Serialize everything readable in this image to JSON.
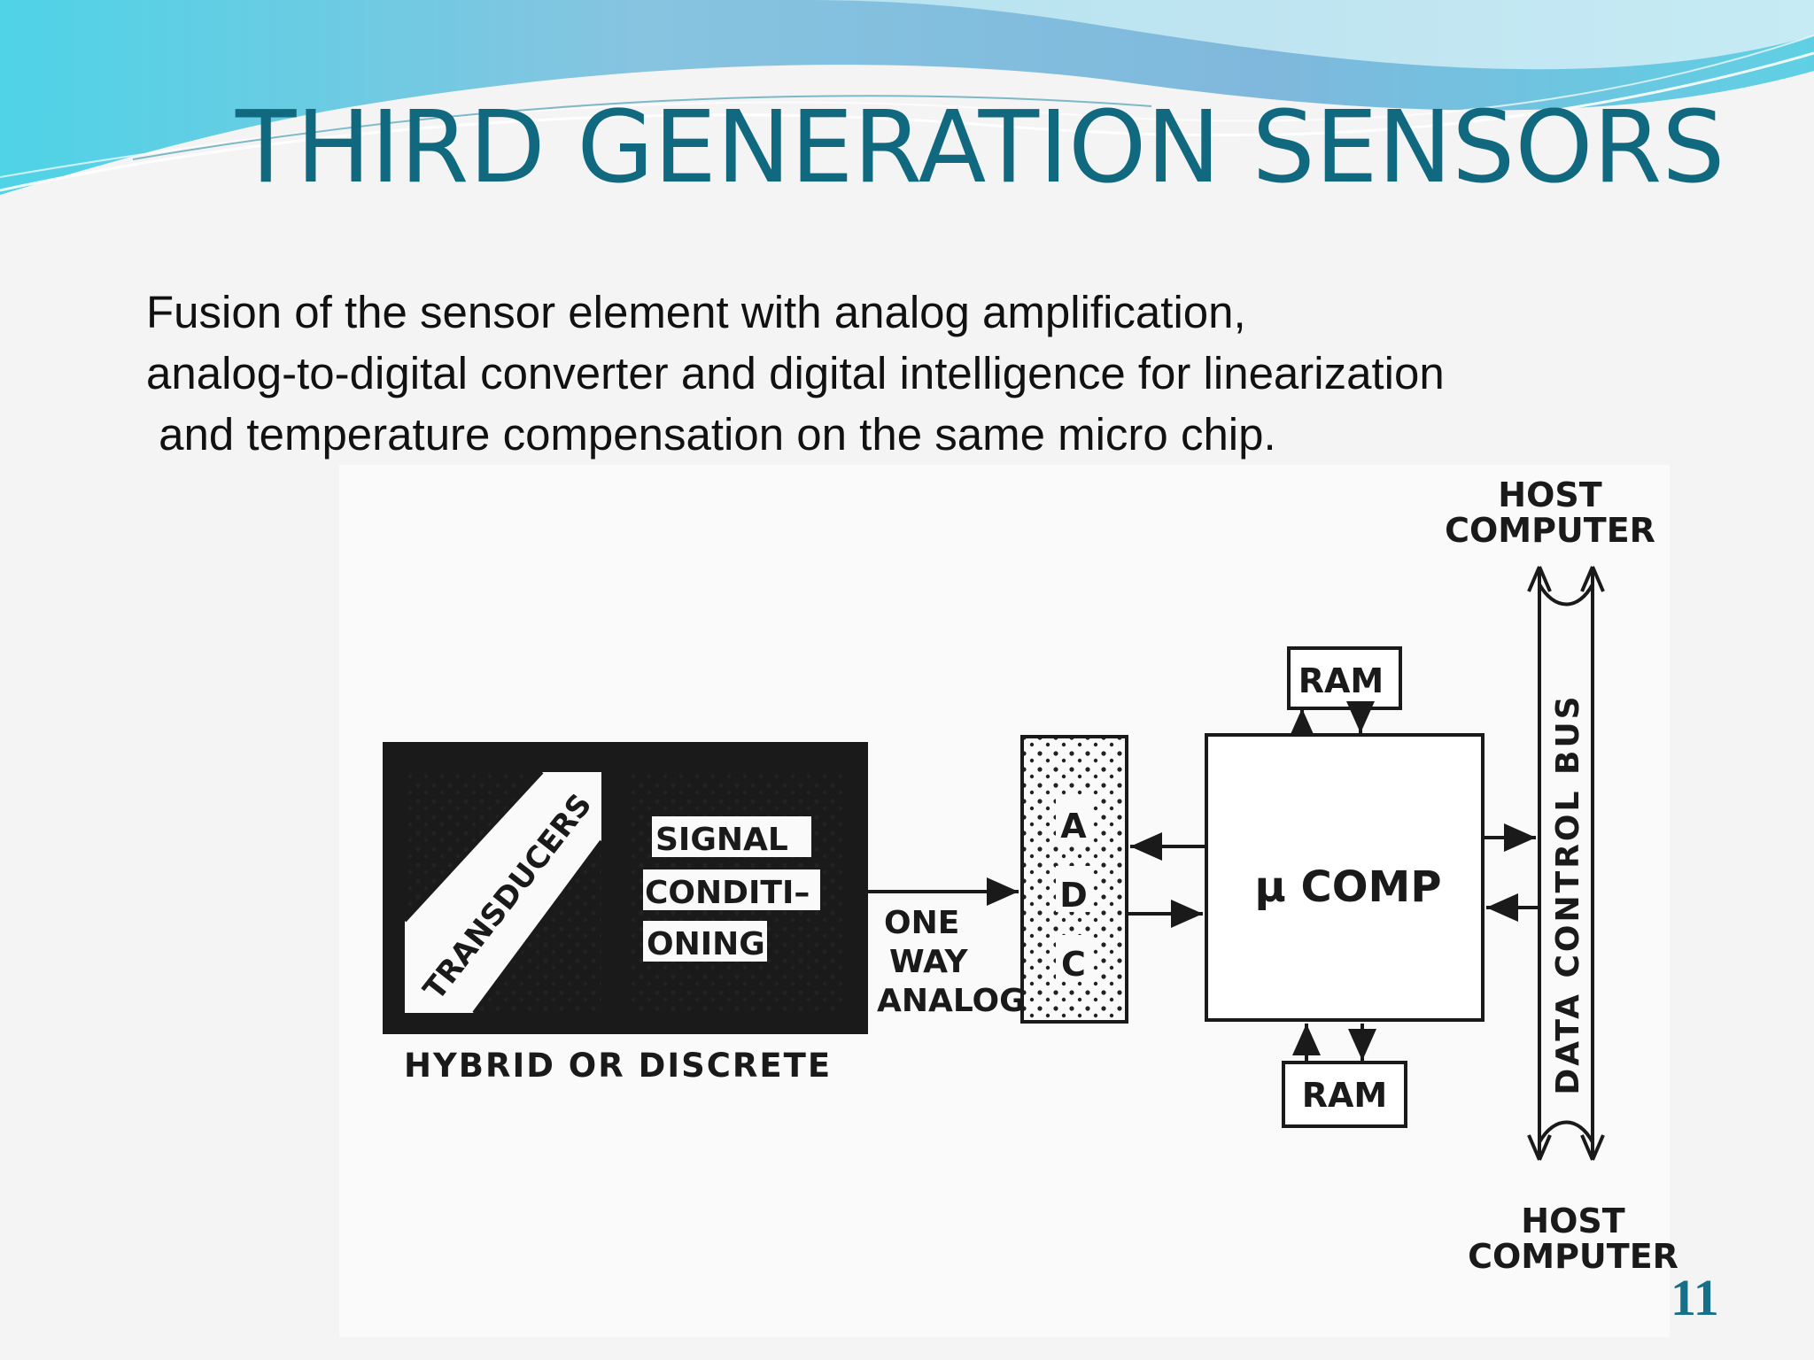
{
  "slide": {
    "title": "THIRD GENERATION SENSORS",
    "description_lines": [
      "Fusion of the sensor element with analog amplification,",
      "analog-to-digital converter and digital intelligence for linearization",
      " and temperature compensation on the same micro chip."
    ],
    "page_number": "11",
    "accent_color": "#10697f"
  },
  "diagram": {
    "host_top": [
      "HOST",
      "COMPUTER"
    ],
    "host_bottom": [
      "HOST",
      "COMPUTER"
    ],
    "ram_top": "RAM",
    "ram_bottom": "RAM",
    "ucomp": "μ COMP",
    "adc": [
      "A",
      "D",
      "C"
    ],
    "transducers": "TRANSDUCERS",
    "signal_conditioning": [
      "SIGNAL",
      "CONDITI–",
      "ONING"
    ],
    "one_way_analog": [
      "ONE",
      "WAY",
      "ANALOG"
    ],
    "hybrid_label": "HYBRID OR DISCRETE",
    "bus_label": "DATA CONTROL BUS"
  }
}
